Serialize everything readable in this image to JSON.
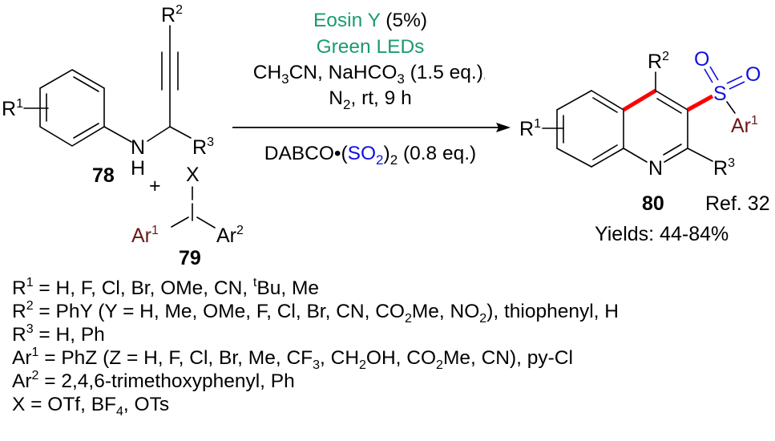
{
  "colors": {
    "catalyst_green": "#1b9a72",
    "sulfonyl_blue": "#1010e0",
    "aryl_maroon": "#6b1a1a",
    "new_bond_red": "#ff0000",
    "text_black": "#000000"
  },
  "reactant_78": {
    "label": "78",
    "substituent_ring": "R",
    "substituent_ring_sup": "1",
    "amine_N": "N",
    "amine_H": "H",
    "alkyne_sub": "R",
    "alkyne_sub_sup": "2",
    "alpha_sub": "R",
    "alpha_sub_sup": "3"
  },
  "plus_sign": "+",
  "reactant_79": {
    "label": "79",
    "counterion": "X",
    "iodine": "I",
    "aryl1": "Ar",
    "aryl1_sup": "1",
    "aryl2": "Ar",
    "aryl2_sup": "2"
  },
  "conditions": {
    "catalyst": "Eosin Y",
    "catalyst_loading": " (5%)",
    "light": "Green LEDs",
    "line3": {
      "a": "CH",
      "a_sub": "3",
      "b": "CN, NaHCO",
      "b_sub": "3",
      "c": " (1.5 eq.)",
      "d": ","
    },
    "line4": {
      "a": "N",
      "a_sub": "2",
      "b": ", rt, 9 h"
    },
    "below_arrow": {
      "a": "DABCO•(",
      "so2": "SO",
      "so2_sub": "2",
      "b": ")",
      "b_sub": "2",
      "c": " (0.8 eq.)"
    }
  },
  "product_80": {
    "label": "80",
    "ring_sub": "R",
    "ring_sub_sup": "1",
    "c4_sub": "R",
    "c4_sub_sup": "2",
    "c2_sub": "R",
    "c2_sub_sup": "3",
    "ring_N": "N",
    "sulfur": "S",
    "oxygen": "O",
    "sulfonyl_aryl": "Ar",
    "sulfonyl_aryl_sup": "1",
    "reference": "Ref. 32",
    "yields": "Yields: 44-84%"
  },
  "scope": [
    {
      "head": "R",
      "sup": "1",
      "text": " = H, F, Cl, Br, OMe, CN, ",
      "tsup": "t",
      "tail": "Bu, Me"
    },
    {
      "head": "R",
      "sup": "2",
      "text": " = PhY (Y = H, Me, OMe, F, Cl, Br, CN, CO",
      "sub1": "2",
      "mid": "Me, NO",
      "sub2": "2",
      "tail": "), thiophenyl, H"
    },
    {
      "head": "R",
      "sup": "3",
      "text": " = H, Ph"
    },
    {
      "head": "Ar",
      "sup": "1",
      "text": " = PhZ (Z = H, F, Cl, Br, Me, CF",
      "sub1": "3",
      "mid": ", CH",
      "sub2": "2",
      "mid2": "OH, CO",
      "sub3": "2",
      "tail": "Me, CN), py-Cl"
    },
    {
      "head": "Ar",
      "sup": "2",
      "text": " = 2,4,6-trimethoxyphenyl, Ph"
    },
    {
      "head": "X",
      "text": " = OTf, BF",
      "sub1": "4",
      "tail": ", OTs"
    }
  ]
}
